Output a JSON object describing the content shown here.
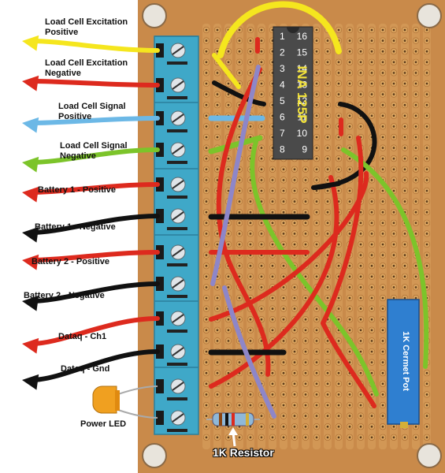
{
  "labels": {
    "exc_pos": [
      "Load Cell Excitation",
      "Positive"
    ],
    "exc_neg": [
      "Load Cell Excitation",
      "Negative"
    ],
    "sig_pos": [
      "Load Cell Signal",
      "Positive"
    ],
    "sig_neg": [
      "Load Cell Signal",
      "Negative"
    ],
    "bat1_pos": "Battery 1 - Positive",
    "bat1_neg": "Battery 1 - Negative",
    "bat2_pos": "Battery 2 - Positive",
    "bat2_neg": "Battery 2 - Negative",
    "dataq_ch1": "Dataq - Ch1",
    "dataq_gnd": "Dataq - Gnd",
    "power_led": "Power LED",
    "resistor": "1K Resistor",
    "pot": "1K Cermet Pot",
    "chip": "INA 125P"
  },
  "pins_left": [
    "1",
    "2",
    "3",
    "4",
    "5",
    "6",
    "7",
    "8"
  ],
  "pins_right": [
    "16",
    "15",
    "14",
    "13",
    "12",
    "11",
    "10",
    "9"
  ],
  "colors": {
    "board": "#c98a4a",
    "board_dark": "#a96a32",
    "copper": "#d9a35e",
    "terminal": "#3fa8c8",
    "terminal_dark": "#2b7f9c",
    "chip": "#4a4a4a",
    "chip_text": "#f2e23a",
    "pot": "#2f7fd0",
    "wire_yellow": "#f5e61e",
    "wire_red": "#dd2a1e",
    "wire_black": "#111111",
    "wire_lightblue": "#6cb8e6",
    "wire_green": "#7cc42a",
    "wire_purple": "#8e86c8",
    "led": "#f0a020"
  }
}
